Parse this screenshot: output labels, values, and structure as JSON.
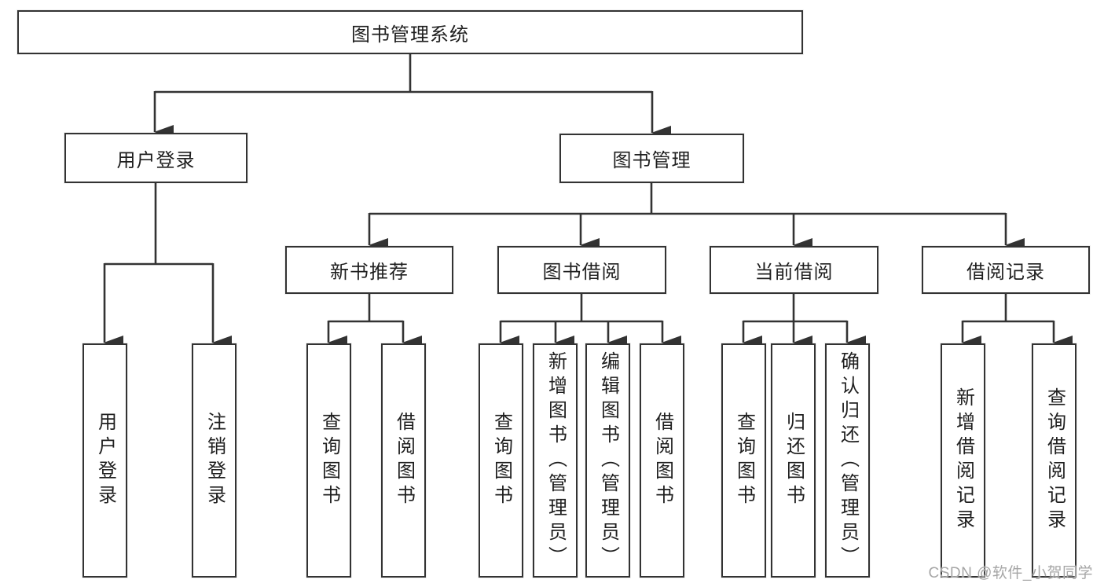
{
  "diagram_type": "hierarchy-tree",
  "tree": {
    "root": "图书管理系统",
    "children": [
      {
        "label": "用户登录",
        "children": [
          "用户登录",
          "注销登录"
        ]
      },
      {
        "label": "图书管理",
        "children": [
          {
            "label": "新书推荐",
            "children": [
              "查询图书",
              "借阅图书"
            ]
          },
          {
            "label": "图书借阅",
            "children": [
              "查询图书",
              "新增图书（管理员）",
              "编辑图书（管理员）",
              "借阅图书"
            ]
          },
          {
            "label": "当前借阅",
            "children": [
              "查询图书",
              "归还图书",
              "确认归还（管理员）"
            ]
          },
          {
            "label": "借阅记录",
            "children": [
              "新增借阅记录",
              "查询借阅记录"
            ]
          }
        ]
      }
    ]
  },
  "watermark": {
    "text": "CSDN @软件_小贺同学"
  },
  "colors": {
    "line": "#333333",
    "box_border": "#333333",
    "box_fill": "#ffffff",
    "text": "#1f1f1f",
    "watermark": "#a6a6a6"
  }
}
